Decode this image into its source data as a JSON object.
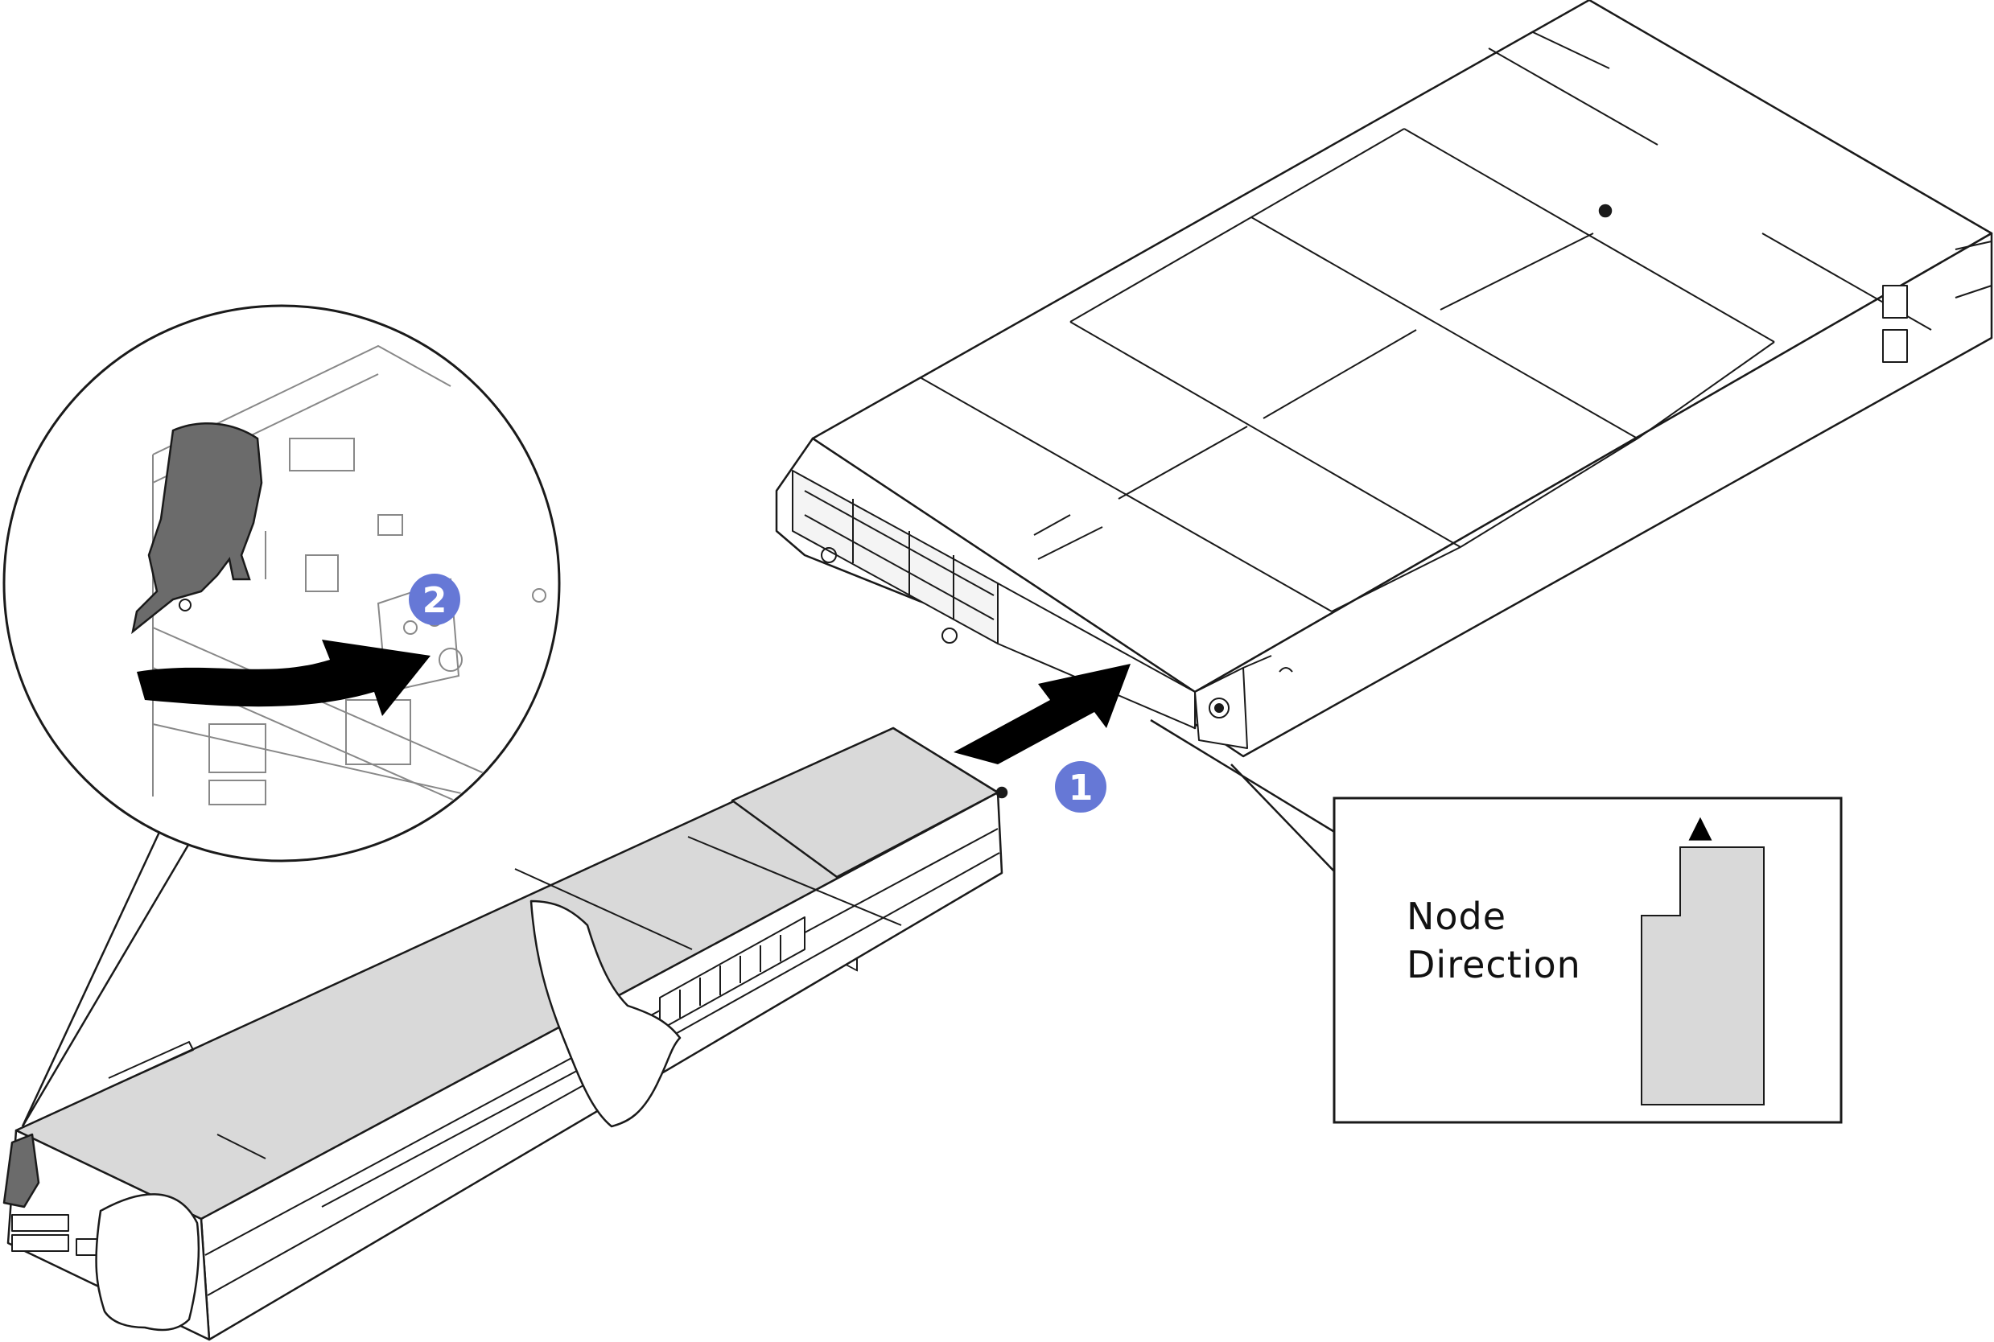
{
  "steps": {
    "step1_label": "1",
    "step2_label": "2",
    "badge_color": "#6678d6"
  },
  "callout": {
    "line1": "Node",
    "line2": "Direction",
    "arrow_glyph": "▲"
  },
  "colors": {
    "line": "#1a1a1a",
    "node_fill": "#d9d9d9",
    "handle_fill": "#6b6b6b",
    "arrow_fill": "#000000"
  }
}
